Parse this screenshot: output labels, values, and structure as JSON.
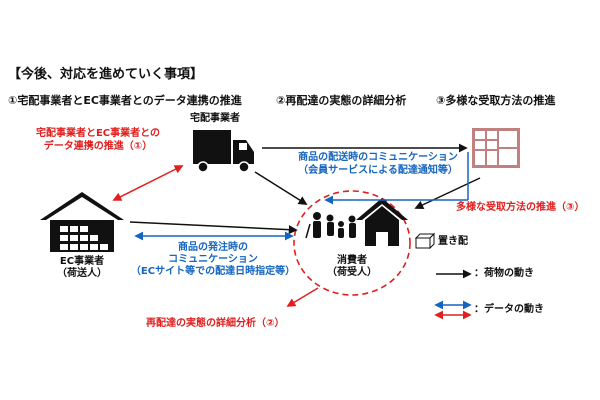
{
  "heading": "【今後、対応を進めていく事項】",
  "items": [
    "①宅配事業者とEC事業者とのデータ連携の推進",
    "②再配達の実態の詳細分析",
    "③多様な受取方法の推進"
  ],
  "nodes": {
    "carrier": "宅配事業者",
    "ec_line1": "EC事業者",
    "ec_line2": "（荷送人）",
    "consumer_line1": "消費者",
    "consumer_line2": "（荷受人）",
    "okihai": "置き配"
  },
  "labels": {
    "data_link_line1": "宅配事業者とEC事業者との",
    "data_link_line2": "データ連携の推進（①）",
    "delivery_comm_line1": "商品の配送時のコミュニケーション",
    "delivery_comm_line2": "（会員サービスによる配達通知等）",
    "order_comm_line1": "商品の発注時の",
    "order_comm_line2": "コミュニケーション",
    "order_comm_line3": "（ECサイト等での配達日時指定等）",
    "redelivery": "再配達の実態の詳細分析（②）",
    "pickup": "多様な受取方法の推進（③）"
  },
  "legend": {
    "goods": "：荷物の動き",
    "data": "：データの動き"
  },
  "colors": {
    "red": "#e02020",
    "blue": "#1565c0",
    "black": "#111111",
    "locker": "#c08080"
  }
}
